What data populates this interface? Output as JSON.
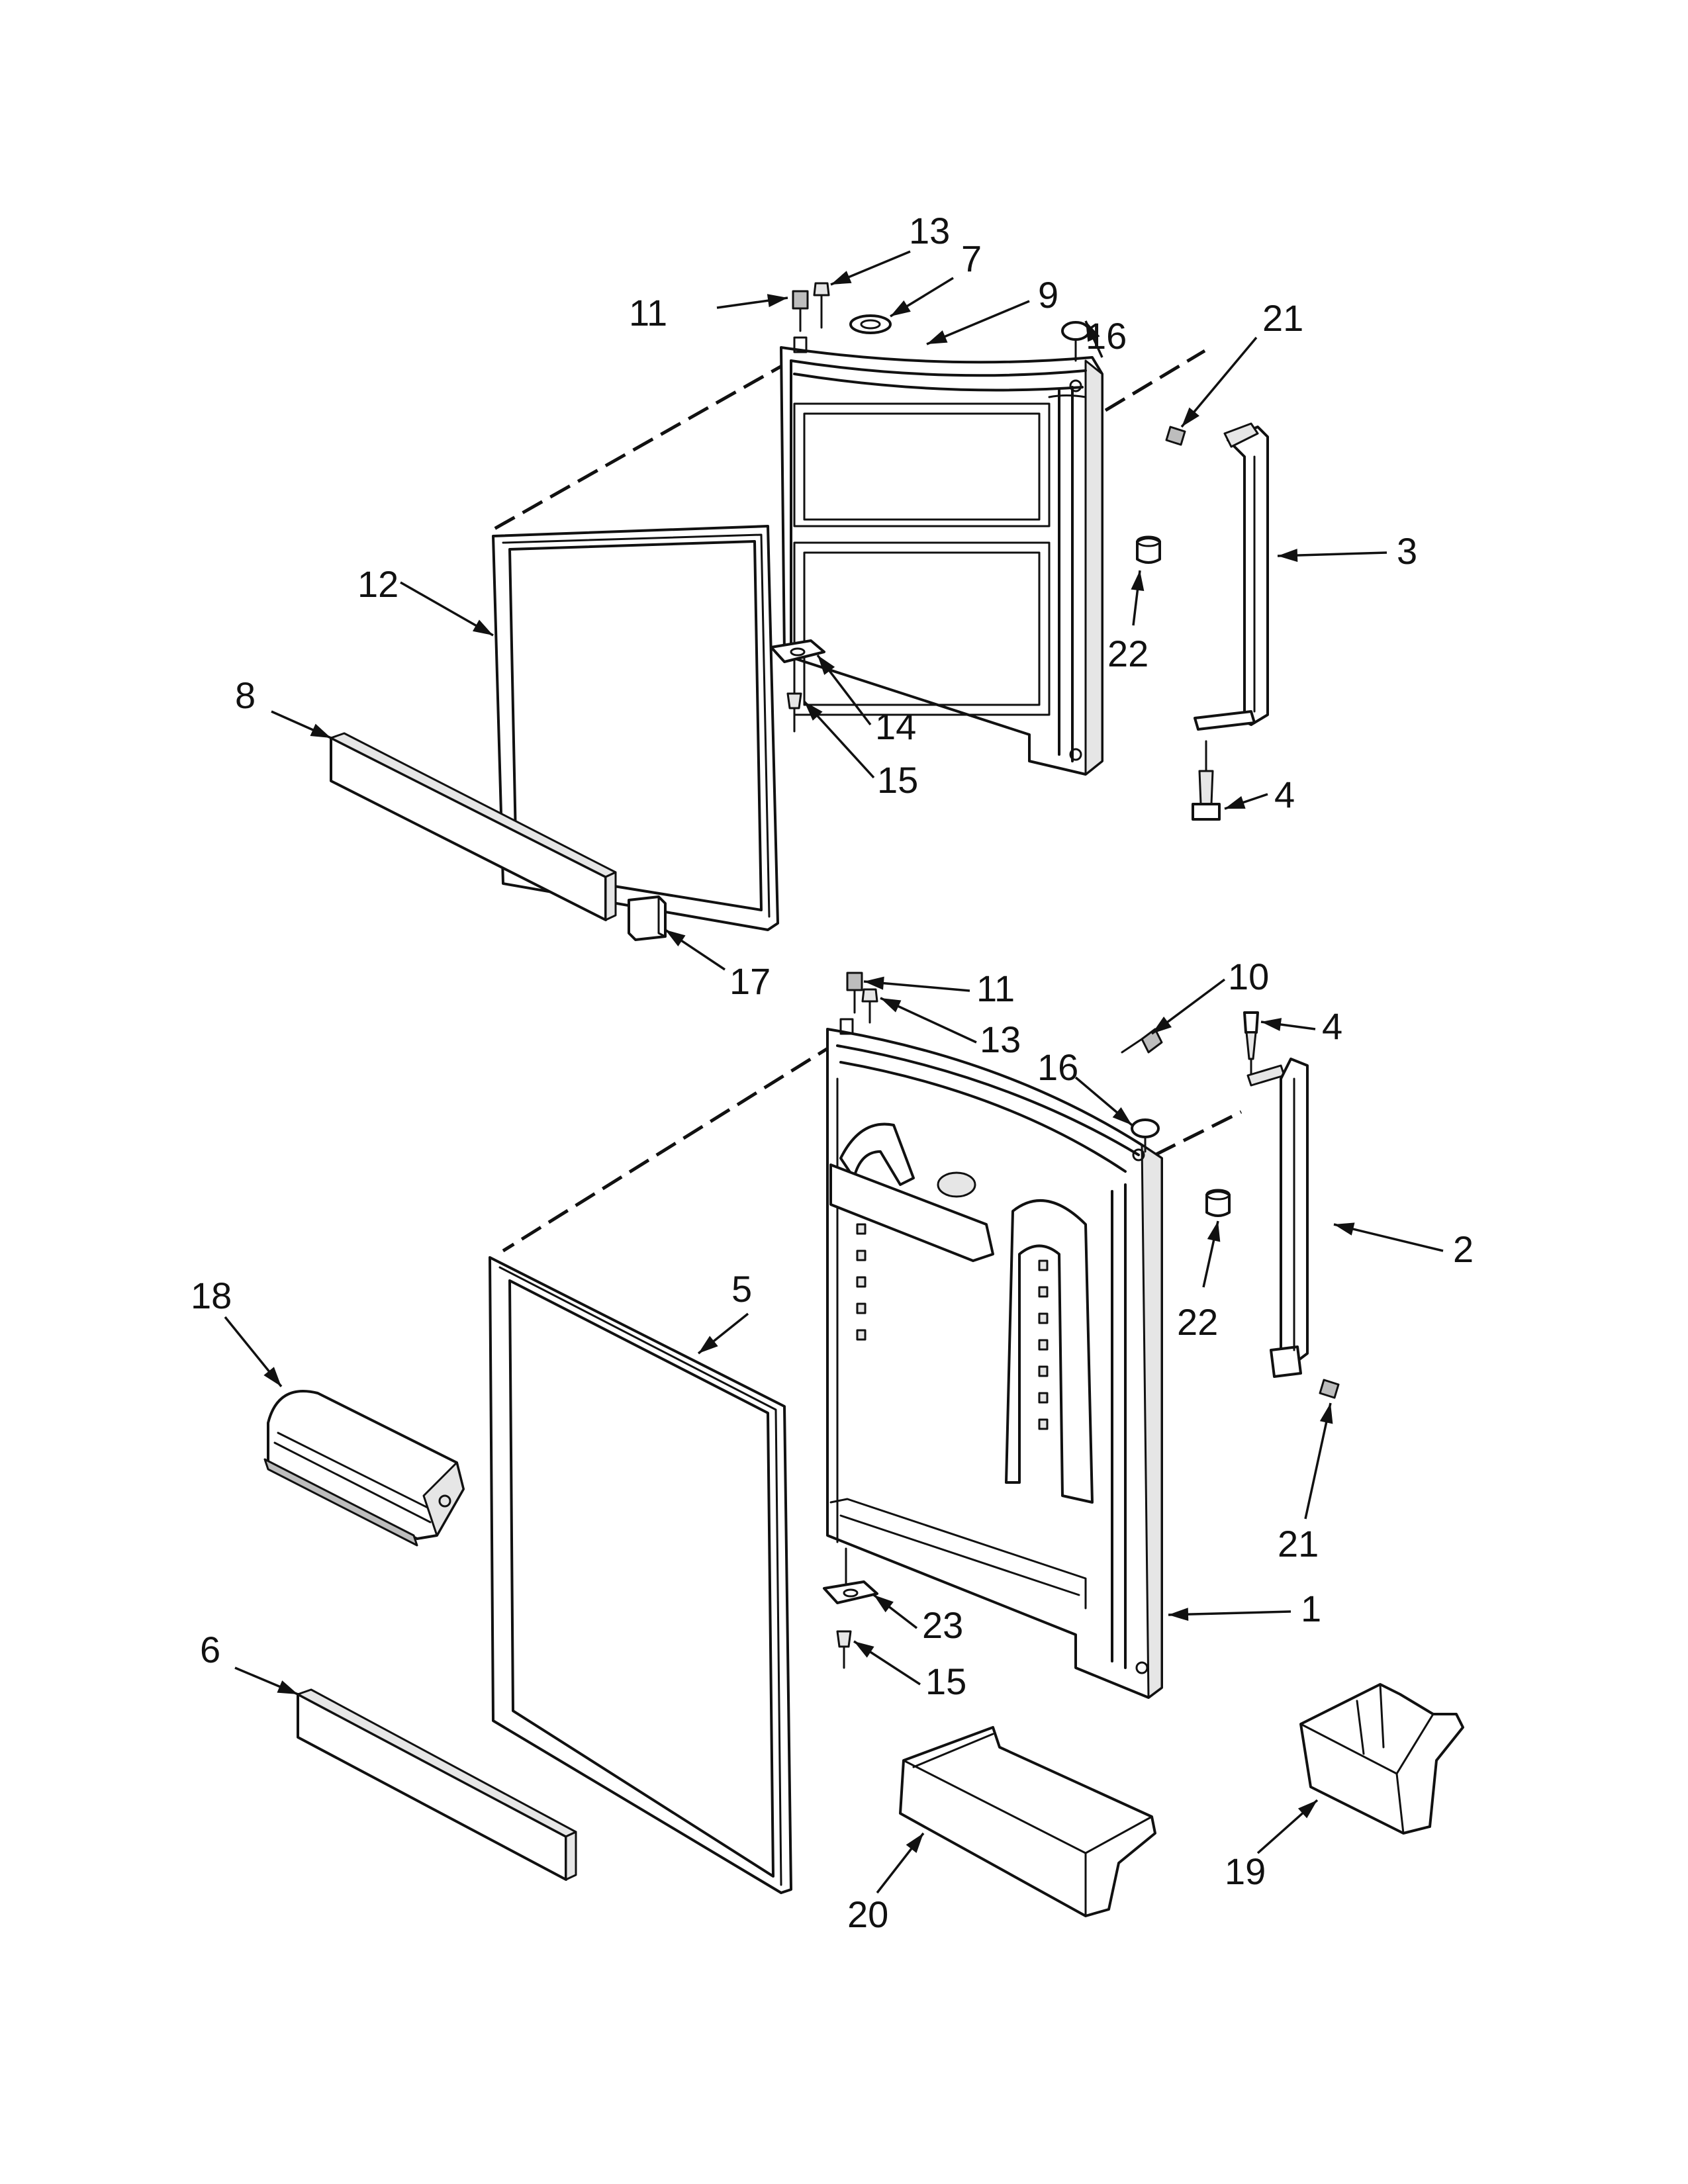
{
  "diagram": {
    "callouts": [
      {
        "id": "top-13",
        "number": "13"
      },
      {
        "id": "top-7",
        "number": "7"
      },
      {
        "id": "top-11",
        "number": "11"
      },
      {
        "id": "top-9",
        "number": "9"
      },
      {
        "id": "top-16",
        "number": "16"
      },
      {
        "id": "top-21",
        "number": "21"
      },
      {
        "id": "top-3",
        "number": "3"
      },
      {
        "id": "top-22",
        "number": "22"
      },
      {
        "id": "top-12",
        "number": "12"
      },
      {
        "id": "top-8",
        "number": "8"
      },
      {
        "id": "top-14",
        "number": "14"
      },
      {
        "id": "top-15",
        "number": "15"
      },
      {
        "id": "top-4",
        "number": "4"
      },
      {
        "id": "top-17",
        "number": "17"
      },
      {
        "id": "bot-11",
        "number": "11"
      },
      {
        "id": "bot-10",
        "number": "10"
      },
      {
        "id": "bot-13",
        "number": "13"
      },
      {
        "id": "bot-4",
        "number": "4"
      },
      {
        "id": "bot-16",
        "number": "16"
      },
      {
        "id": "bot-2",
        "number": "2"
      },
      {
        "id": "bot-18",
        "number": "18"
      },
      {
        "id": "bot-5",
        "number": "5"
      },
      {
        "id": "bot-22",
        "number": "22"
      },
      {
        "id": "bot-21",
        "number": "21"
      },
      {
        "id": "bot-1",
        "number": "1"
      },
      {
        "id": "bot-23",
        "number": "23"
      },
      {
        "id": "bot-15",
        "number": "15"
      },
      {
        "id": "bot-6",
        "number": "6"
      },
      {
        "id": "bot-19",
        "number": "19"
      },
      {
        "id": "bot-20",
        "number": "20"
      }
    ]
  }
}
